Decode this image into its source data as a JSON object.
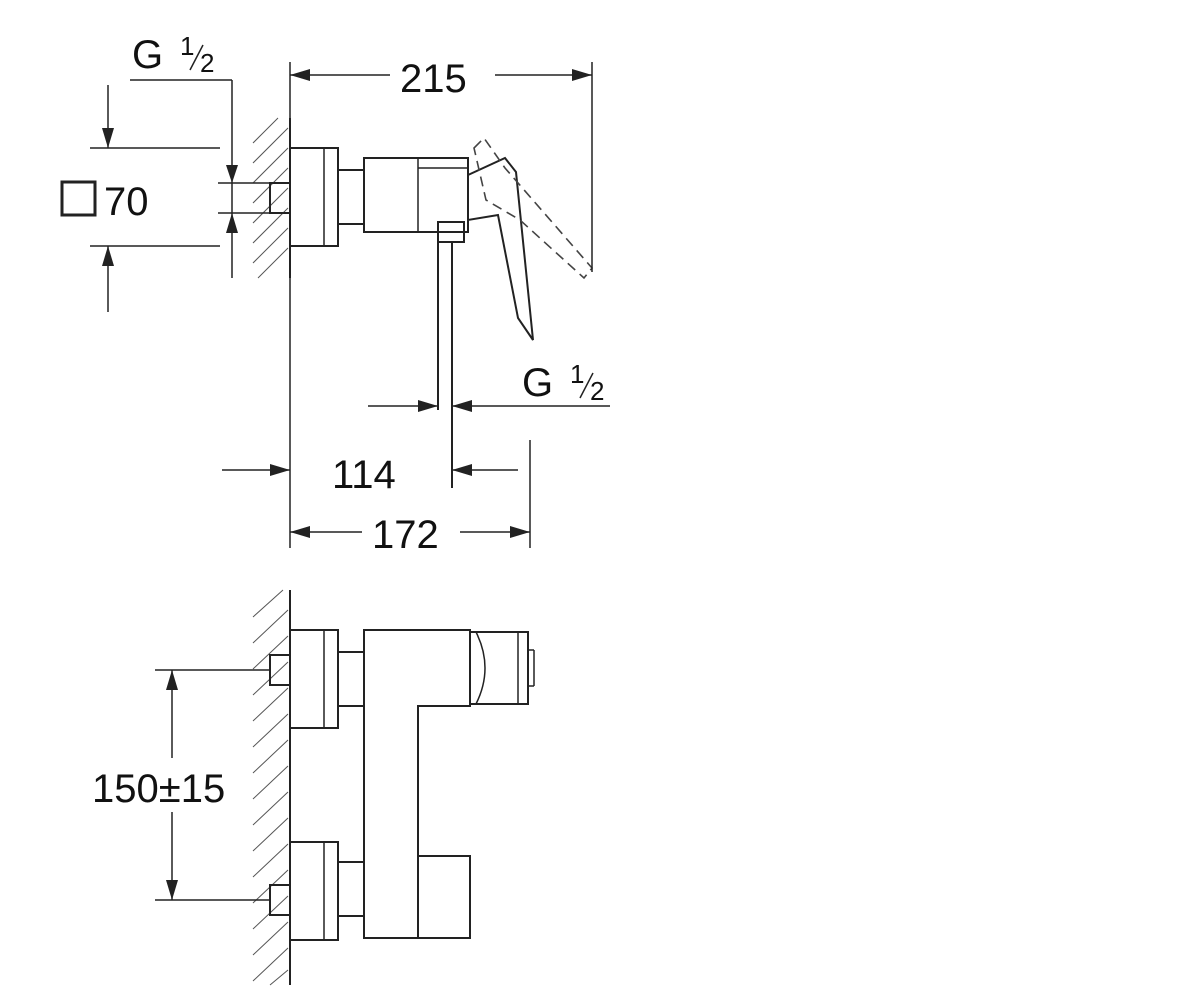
{
  "labels": {
    "thread_top": {
      "base": "G",
      "num": "1",
      "den": "2"
    },
    "width_215": "215",
    "square_70": "70",
    "thread_mid": {
      "base": "G",
      "num": "1",
      "den": "2"
    },
    "dim_114": "114",
    "dim_172": "172",
    "spacing": "150±15"
  }
}
